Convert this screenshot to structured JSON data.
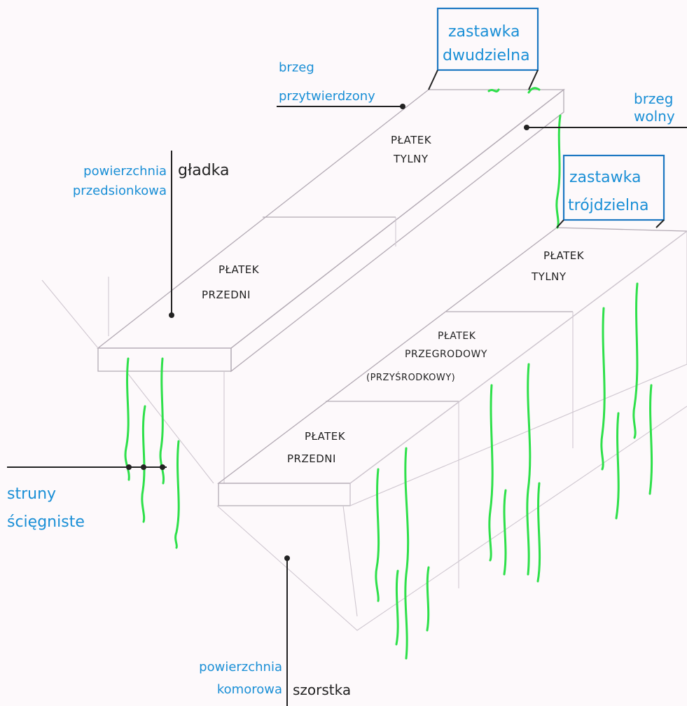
{
  "colors": {
    "label_blue": "#1a8fd6",
    "ink": "#222222",
    "chordae_green": "#2ee04a",
    "outline_gray": "#b3aab4",
    "background": "#fdf9fb"
  },
  "labels": {
    "brzeg_przytwierdzony": [
      "brzeg",
      "przytwierdzony"
    ],
    "brzeg_wolny": [
      "brzeg",
      "wolny"
    ],
    "zastawka_dwudzielna": [
      "zastawka",
      "dwudzielna"
    ],
    "zastawka_trojdzielna": [
      "zastawka",
      "trójdzielna"
    ],
    "powierzchnia_przedsionkowa": [
      "powierzchnia",
      "przedsionkowa"
    ],
    "gladka": "gładka",
    "struny_sciegniste": [
      "struny",
      "ścięgniste"
    ],
    "powierzchnia_komorowa": [
      "powierzchnia",
      "komorowa"
    ],
    "szorstka": "szorstka"
  },
  "leaflets": {
    "mitral_posterior": [
      "PŁATEK",
      "TYLNY"
    ],
    "mitral_anterior": [
      "PŁATEK",
      "PRZEDNI"
    ],
    "tricuspid_posterior": [
      "PŁATEK",
      "TYLNY"
    ],
    "tricuspid_septal": [
      "PŁATEK",
      "PRZEGRODOWY",
      "(PRZYŚRODKOWY)"
    ],
    "tricuspid_anterior": [
      "PŁATEK",
      "PRZEDNI"
    ]
  }
}
